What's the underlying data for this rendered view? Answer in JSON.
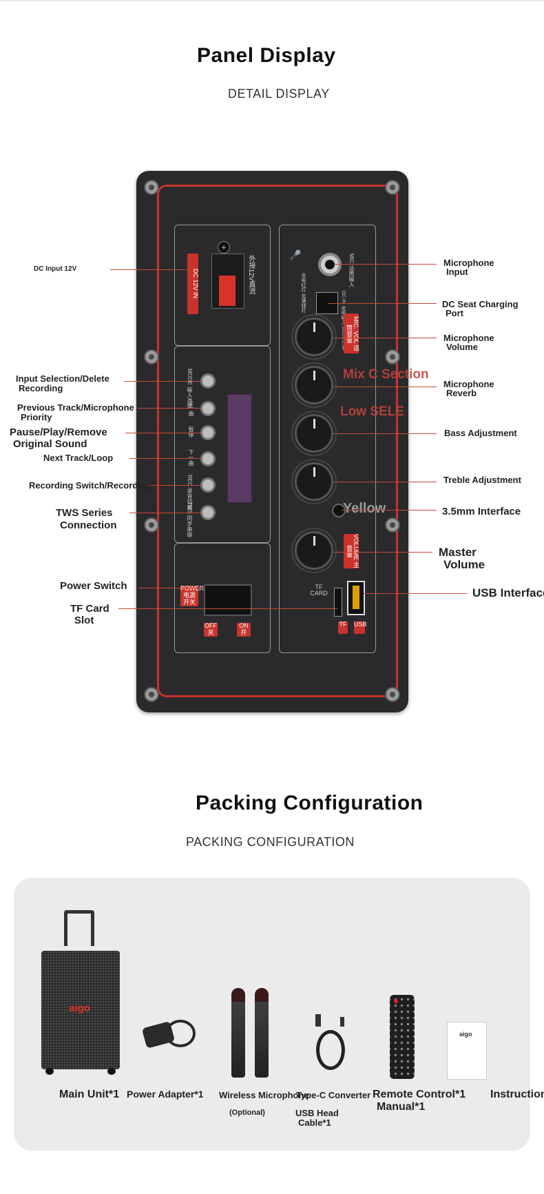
{
  "panel_section": {
    "title": "Panel Display",
    "subtitle": "DETAIL DISPLAY"
  },
  "left_labels": {
    "dc_input": "DC Input 12V",
    "input_selection_1": "Input Selection/Delete",
    "input_selection_2": "Recording",
    "previous_track_1": "Previous Track/Microphone",
    "previous_track_2": "Priority",
    "pause_play_1": "Pause/Play/Remove",
    "pause_play_2": "Original Sound",
    "next_track": "Next Track/Loop",
    "recording_switch": "Recording Switch/Recording",
    "tws_1": "TWS Series",
    "tws_2": "Connection",
    "power_switch": "Power Switch",
    "tf_card_1": "TF Card",
    "tf_card_2": "Slot"
  },
  "right_labels": {
    "mic_input_1": "Microphone",
    "mic_input_2": "Input",
    "dc_seat_1": "DC Seat Charging",
    "dc_seat_2": "Port",
    "mic_volume_1": "Microphone",
    "mic_volume_2": "Volume",
    "mic_reverb_1": "Microphone",
    "mic_reverb_2": "Reverb",
    "bass": "Bass Adjustment",
    "treble": "Treble Adjustment",
    "aux": "3.5mm Interface",
    "master_1": "Master",
    "master_2": "Volume",
    "usb": "USB Interface"
  },
  "overlays": {
    "mix": "Mix C Section",
    "low": "Low SELE",
    "yellow": "Yellow"
  },
  "panel_text": {
    "dc_12v": "DC 12V IN",
    "ext_12v": "外接12V直流",
    "mic": "MIC 话筒输入",
    "dc_in": "DC-IN 充电输入 DC5V/1.5A",
    "charge_note": "充电红灯 充满绿灯",
    "mic_vol": "MIC. VOL 话筒音量",
    "volume": "VOLUME 主音量",
    "mode": "MODE 输入选择",
    "prev": "上一曲",
    "play": "暂停",
    "next": "下一曲",
    "rec": "REC 录音切换",
    "tws": "TWS 同步串联",
    "power": "POWER 电源开关",
    "off": "OFF 关",
    "on": "ON 开",
    "tf": "TF",
    "usb": "USB",
    "tf_card": "TF CARD"
  },
  "packing_section": {
    "title": "Packing Configuration",
    "subtitle": "PACKING CONFIGURATION"
  },
  "items": {
    "main_unit": "Main Unit*1",
    "brand": "aigo",
    "power_adapter": "Power Adapter*1",
    "wireless_mic": "Wireless Microphone",
    "optional": "(Optional)",
    "typec": "Type-C Converter",
    "usb_head_1": "USB Head",
    "usb_head_2": "Cable*1",
    "remote": "Remote Control*1",
    "manual_1": "Instruction",
    "manual_2": "Manual*1"
  },
  "colors": {
    "accent_red": "#c8332c",
    "panel_bg": "#2a2a2c",
    "pack_bg": "#ebebeb"
  }
}
